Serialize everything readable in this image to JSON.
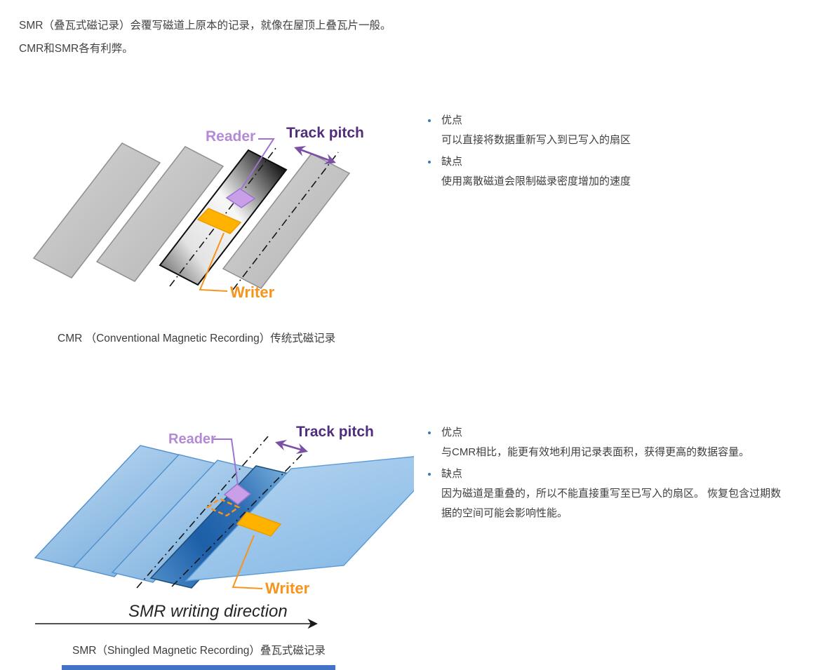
{
  "intro": {
    "line1": "SMR（叠瓦式磁记录）会覆写磁道上原本的记录，就像在屋顶上叠瓦片一般。",
    "line2": "CMR和SMR各有利弊。"
  },
  "cmr_section": {
    "figure_labels": {
      "reader": "Reader",
      "track_pitch": "Track pitch",
      "writer": "Writer"
    },
    "caption": "CMR （Conventional Magnetic Recording）传统式磁记录",
    "bullets": [
      {
        "title": "优点",
        "desc": "可以直接将数据重新写入到已写入的扇区"
      },
      {
        "title": "缺点",
        "desc": "使用离散磁道会限制磁录密度增加的速度"
      }
    ]
  },
  "smr_section": {
    "figure_labels": {
      "reader": "Reader",
      "track_pitch": "Track pitch",
      "writer": "Writer",
      "direction": "SMR writing direction"
    },
    "caption": "SMR（Shingled Magnetic Recording）叠瓦式磁记录",
    "bullets": [
      {
        "title": "优点",
        "desc": "与CMR相比，能更有效地利用记录表面积，获得更高的数据容量。"
      },
      {
        "title": "缺点",
        "desc": "因为磁道是重叠的，所以不能直接重写至已写入的扇区。 恢复包含过期数据的空间可能会影响性能。"
      }
    ]
  },
  "colors": {
    "reader_label": "#b48ad6",
    "track_pitch_label": "#512d7d",
    "writer_label": "#f7941d",
    "reader_fill": "#c9a0e8",
    "writer_fill": "#ffb300",
    "bullet_dot": "#3b78c3",
    "cmr_track": "#c5c5c5",
    "smr_track_light": "#9cc3ea",
    "smr_track_dark": "#2e6fb4",
    "bottom_bar": "#4472c4"
  }
}
